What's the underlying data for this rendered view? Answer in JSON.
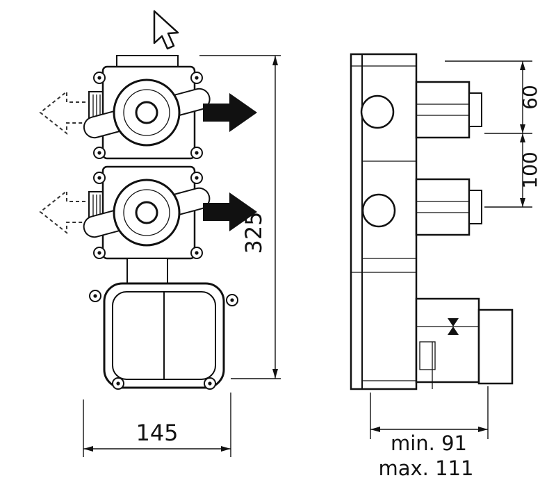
{
  "drawing": {
    "dim_height": "325",
    "dim_width": "145",
    "dim_top_offset": "60",
    "dim_center_spacing": "100",
    "dim_depth_min": "min. 91",
    "dim_depth_max": "max. 111"
  }
}
